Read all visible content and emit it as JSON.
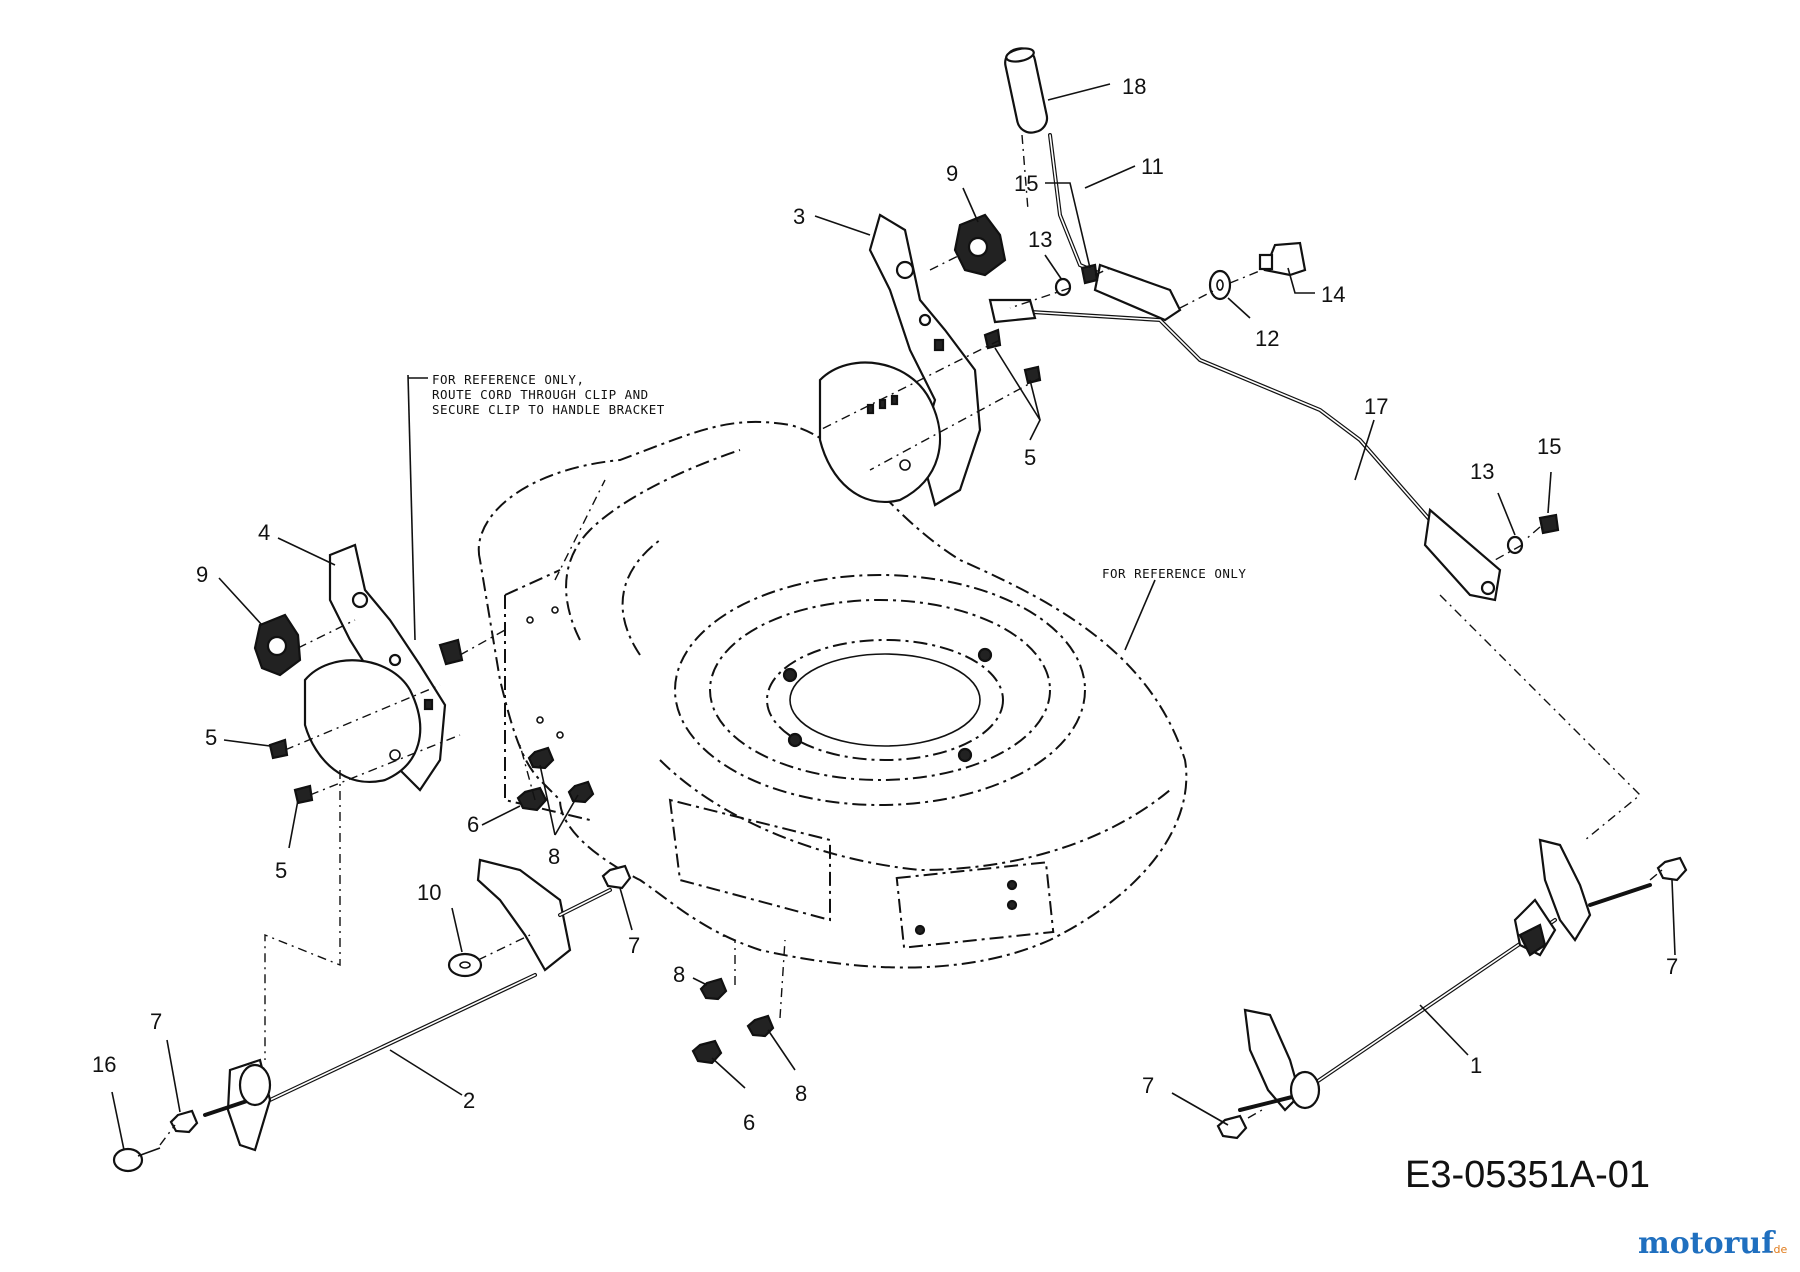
{
  "diagram": {
    "part_labels": [
      "18",
      "11",
      "15",
      "13",
      "14",
      "12",
      "9",
      "3",
      "5",
      "17",
      "13",
      "15",
      "4",
      "9",
      "5",
      "5",
      "6",
      "8",
      "10",
      "7",
      "8",
      "6",
      "8",
      "7",
      "16",
      "2",
      "7",
      "1",
      "7"
    ],
    "notes": {
      "handle_clip": [
        "FOR REFERENCE ONLY,",
        "ROUTE CORD THROUGH CLIP AND",
        "SECURE CLIP TO HANDLE BRACKET"
      ],
      "deck_reference": "FOR REFERENCE ONLY"
    },
    "reference_code": "E3-05351A-01"
  },
  "watermark": {
    "brand": "motoruf",
    "tld": ".de"
  },
  "colors": {
    "line": "#111111",
    "background": "#ffffff",
    "watermark_main": "#1f6fbf",
    "watermark_accent": "#e07b1a"
  }
}
